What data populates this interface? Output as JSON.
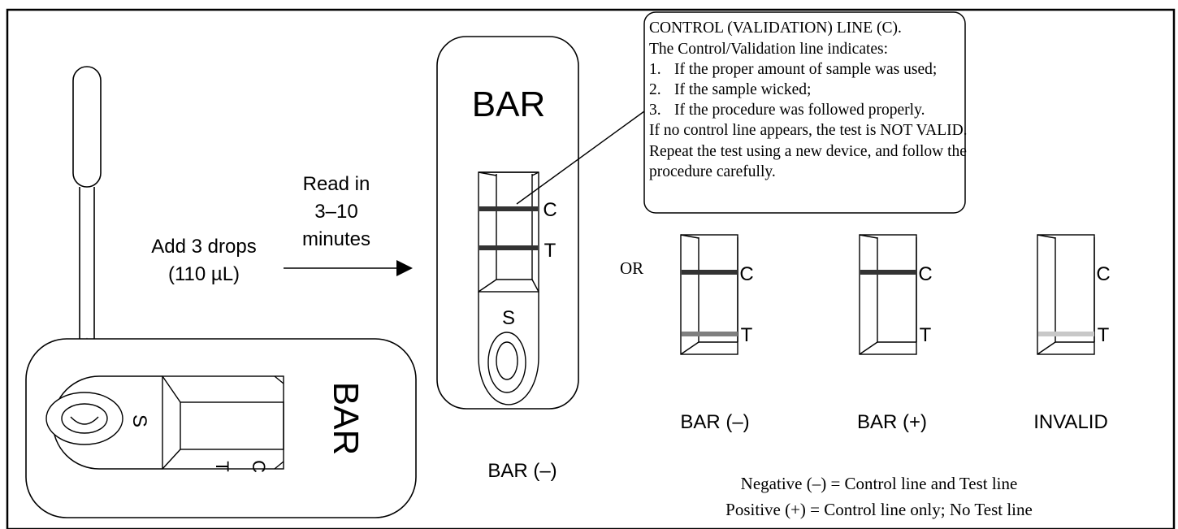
{
  "device_horizontal": {
    "brand": "BAR",
    "sample_well_label": "S",
    "control_label": "C",
    "test_label": "T"
  },
  "instructions": {
    "add_drops_line1": "Add 3 drops",
    "add_drops_line2": "(110 µL)",
    "read_line1": "Read in",
    "read_line2": "3–10",
    "read_line3": "minutes"
  },
  "device_vertical": {
    "brand": "BAR",
    "control_label": "C",
    "test_label": "T",
    "sample_well_label": "S",
    "caption": "BAR (–)"
  },
  "control_callout": {
    "title": "CONTROL (VALIDATION) LINE (C).",
    "intro": "The Control/Validation line indicates:",
    "items": [
      {
        "num": "1.",
        "text": "If the proper amount of sample was used;"
      },
      {
        "num": "2.",
        "text": "If the sample wicked;"
      },
      {
        "num": "3.",
        "text": "If the procedure was followed properly."
      }
    ],
    "warning": "If no control line appears, the test is NOT VALID.",
    "repeat_line1": "Repeat the test using a new device, and follow the",
    "repeat_line2": "procedure carefully."
  },
  "or_label": "OR",
  "result_windows": [
    {
      "caption": "BAR (–)",
      "c_label": "C",
      "t_label": "T",
      "c_line_color": "#333333",
      "t_line_color": "#7f7f7f"
    },
    {
      "caption": "BAR (+)",
      "c_label": "C",
      "t_label": "T",
      "c_line_color": "#333333",
      "t_line_color": ""
    },
    {
      "caption": "INVALID",
      "c_label": "C",
      "t_label": "T",
      "c_line_color": "",
      "t_line_color": "#c8c8c8"
    }
  ],
  "legend": {
    "negative": "Negative (–) = Control line and Test line",
    "positive": "Positive (+) = Control line only; No Test line"
  },
  "colors": {
    "line_dark": "#333333",
    "line_mid": "#7f7f7f",
    "line_light": "#c8c8c8",
    "outline": "#000000"
  }
}
